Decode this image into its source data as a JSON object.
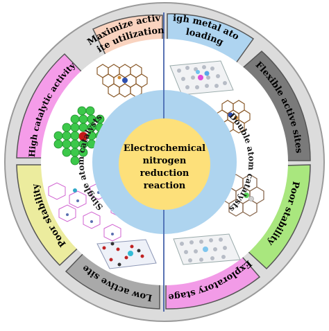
{
  "center": {
    "line1": "Electrochemical",
    "line2": "nitrogen",
    "line3": "reduction",
    "line4": "reaction"
  },
  "inner_ring": {
    "left_label": "Single atom catalysts",
    "right_label": "Double atom catalysts"
  },
  "segments": [
    {
      "key": "maximize",
      "line1": "Maximize active",
      "line2": "site utilization",
      "color": "#f9d3bf"
    },
    {
      "key": "high-metal",
      "line1": "High metal atom",
      "line2": "loading",
      "color": "#aed4f0"
    },
    {
      "key": "flexible",
      "line1": "Flexible active sites",
      "line2": "",
      "color": "#7a7a7a"
    },
    {
      "key": "poor-stability-right",
      "line1": "Poor stability",
      "line2": "",
      "color": "#a9e77e"
    },
    {
      "key": "exploratory",
      "line1": "Exploratory stage",
      "line2": "",
      "color": "#f29be7"
    },
    {
      "key": "low-active",
      "line1": "Low active site",
      "line2": "",
      "color": "#a9a9a9"
    },
    {
      "key": "poor-stability-left",
      "line1": "Poor stability",
      "line2": "",
      "color": "#ecec9e"
    },
    {
      "key": "high-catalytic",
      "line1": "High catalytic activity",
      "line2": "",
      "color": "#f59ce9"
    }
  ],
  "colors": {
    "outer_ring_bg": "#dcdcdc",
    "panel_bg": "#ffffff",
    "inner_ring": "#aed4ef",
    "center_fill": "#fde07a",
    "divider": "#2f4fa0"
  },
  "icons": [
    "graphene-lattice",
    "sphere-cluster",
    "nitrogen-molecule"
  ]
}
